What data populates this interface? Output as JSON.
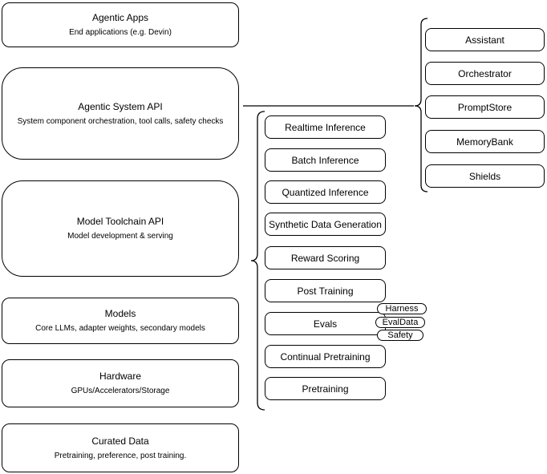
{
  "colors": {
    "stroke": "#000000",
    "background": "#ffffff"
  },
  "left_stack": {
    "items": [
      {
        "title": "Agentic Apps",
        "subtitle": "End applications (e.g. Devin)"
      },
      {
        "title": "Agentic System API",
        "subtitle": "System component orchestration, tool calls, safety checks"
      },
      {
        "title": "Model Toolchain API",
        "subtitle": "Model development & serving"
      },
      {
        "title": "Models",
        "subtitle": "Core LLMs, adapter weights, secondary models"
      },
      {
        "title": "Hardware",
        "subtitle": "GPUs/Accelerators/Storage"
      },
      {
        "title": "Curated Data",
        "subtitle": "Pretraining, preference, post training."
      }
    ]
  },
  "toolchain_services": {
    "items": [
      "Realtime Inference",
      "Batch Inference",
      "Quantized Inference",
      "Synthetic Data Generation",
      "Reward Scoring",
      "Post Training",
      "Evals",
      "Continual Pretraining",
      "Pretraining"
    ]
  },
  "eval_tags": {
    "items": [
      "Harness",
      "EvalData",
      "Safety"
    ]
  },
  "system_components": {
    "items": [
      "Assistant",
      "Orchestrator",
      "PromptStore",
      "MemoryBank",
      "Shields"
    ]
  }
}
